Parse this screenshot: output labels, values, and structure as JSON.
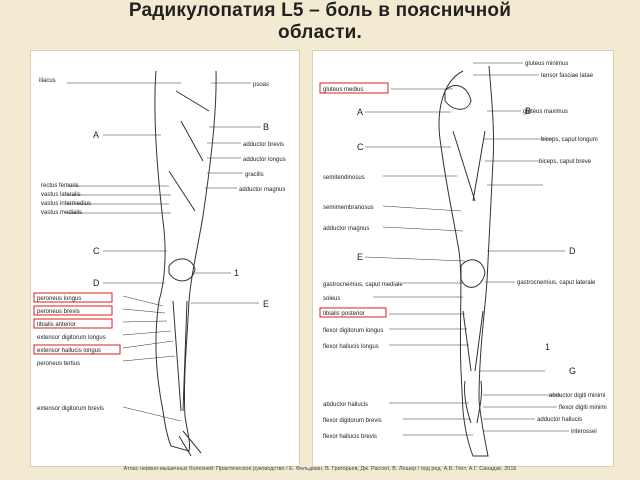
{
  "title": {
    "line1": "Радикулопатия L5 – боль в поясничной",
    "line2": "области."
  },
  "colors": {
    "highlight": "#d42020",
    "background": "#f3ead2",
    "ink": "#222222"
  },
  "front_view": {
    "left_labels": [
      "iliacus",
      "rectus femoris",
      "vastus lateralis",
      "vastus intermedius",
      "vastus medialis",
      "peroneus longus",
      "peroneus brevis",
      "tibialis anterior",
      "extensor digitorum longus",
      "extensor hallucis longus",
      "peroneus tertius",
      "extensor digitorum brevis"
    ],
    "right_labels": [
      "psoas",
      "adductor brevis",
      "adductor longus",
      "gracilis",
      "adductor magnus"
    ],
    "letters_left": [
      "A",
      "C",
      "D"
    ],
    "letters_right": [
      "B",
      "E"
    ],
    "number": "1",
    "highlighted": [
      "peroneus longus",
      "peroneus brevis",
      "tibialis anterior",
      "extensor hallucis longus"
    ]
  },
  "back_view": {
    "left_labels": [
      "gluteus medius",
      "semitendinosus",
      "semimembranosus",
      "adductor magnus",
      "gastrocnemius, caput mediale",
      "soleus",
      "tibialis posterior",
      "flexor digitorum longus",
      "flexor hallucis longus",
      "abductor hallucis",
      "flexor digitorum brevis",
      "flexor hallucis brevis"
    ],
    "right_labels": [
      "gluteus minimus",
      "tensor fasciae latae",
      "gluteus maximus",
      "biceps, caput longum",
      "biceps, caput breve",
      "gastrocnemius, caput laterale",
      "abductor digiti minimi",
      "flexor digiti minimi",
      "adductor hallucis",
      "interossei"
    ],
    "letters_left": [
      "A",
      "C",
      "E"
    ],
    "letters_right": [
      "B",
      "D",
      "G"
    ],
    "number": "1",
    "highlighted": [
      "gluteus medius",
      "tibialis posterior"
    ]
  },
  "footer": "Атлас нервно-мышечных болезней: Практическое руководство / Е. Фельдман, В. Григорьев, Дж. Рассел, В. Лешер / под ред. А.Б. Гехт, А.Г. Санадзе, 2016"
}
